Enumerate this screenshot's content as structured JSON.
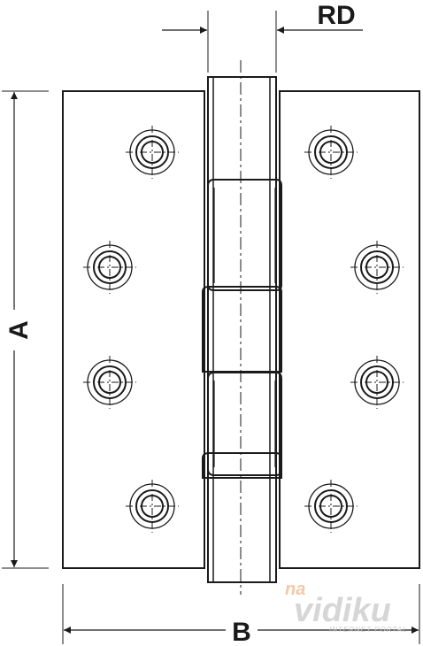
{
  "diagram": {
    "dimension_labels": {
      "height": "A",
      "width": "B",
      "pin_diameter": "RD"
    },
    "watermark": {
      "prefix": "na",
      "brand": "vidiku",
      "tagline": "INTERNET PORTAL"
    },
    "colors": {
      "line": "#1a1a1a",
      "background": "#ffffff",
      "watermark": "#d6d6d6",
      "watermark_accent": "#f2c9a8"
    },
    "screw_holes_per_leaf": 4
  }
}
